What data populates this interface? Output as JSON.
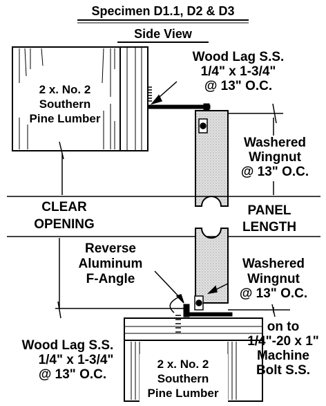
{
  "title": "Specimen D1.1, D2 & D3",
  "subtitle": "Side View",
  "top_lumber": [
    "2 x. No. 2",
    "Southern",
    "Pine Lumber"
  ],
  "top_lag": [
    "Wood Lag S.S.",
    "1/4\" x 1-3/4\"",
    "@ 13\" O.C."
  ],
  "top_wingnut": [
    "Washered",
    "Wingnut",
    "@ 13\" O.C."
  ],
  "clear_opening": [
    "CLEAR",
    "OPENING"
  ],
  "panel_length": [
    "PANEL",
    "LENGTH"
  ],
  "reverse_angle": [
    "Reverse",
    "Aluminum",
    "F-Angle"
  ],
  "bottom_wingnut": [
    "Washered",
    "Wingnut",
    "@ 13\" O.C."
  ],
  "bottom_bolt": [
    "on to",
    "1/4\"-20 x 1\"",
    "Machine",
    "Bolt S.S."
  ],
  "bottom_lag": [
    "Wood Lag S.S.",
    "1/4\" x 1-3/4\"",
    "@ 13\" O.C."
  ],
  "bottom_lumber": [
    "2 x. No. 2",
    "Southern",
    "Pine Lumber"
  ],
  "colors": {
    "ink": "#000000",
    "panel_fill": "#d9d9d9",
    "background": "#ffffff"
  }
}
